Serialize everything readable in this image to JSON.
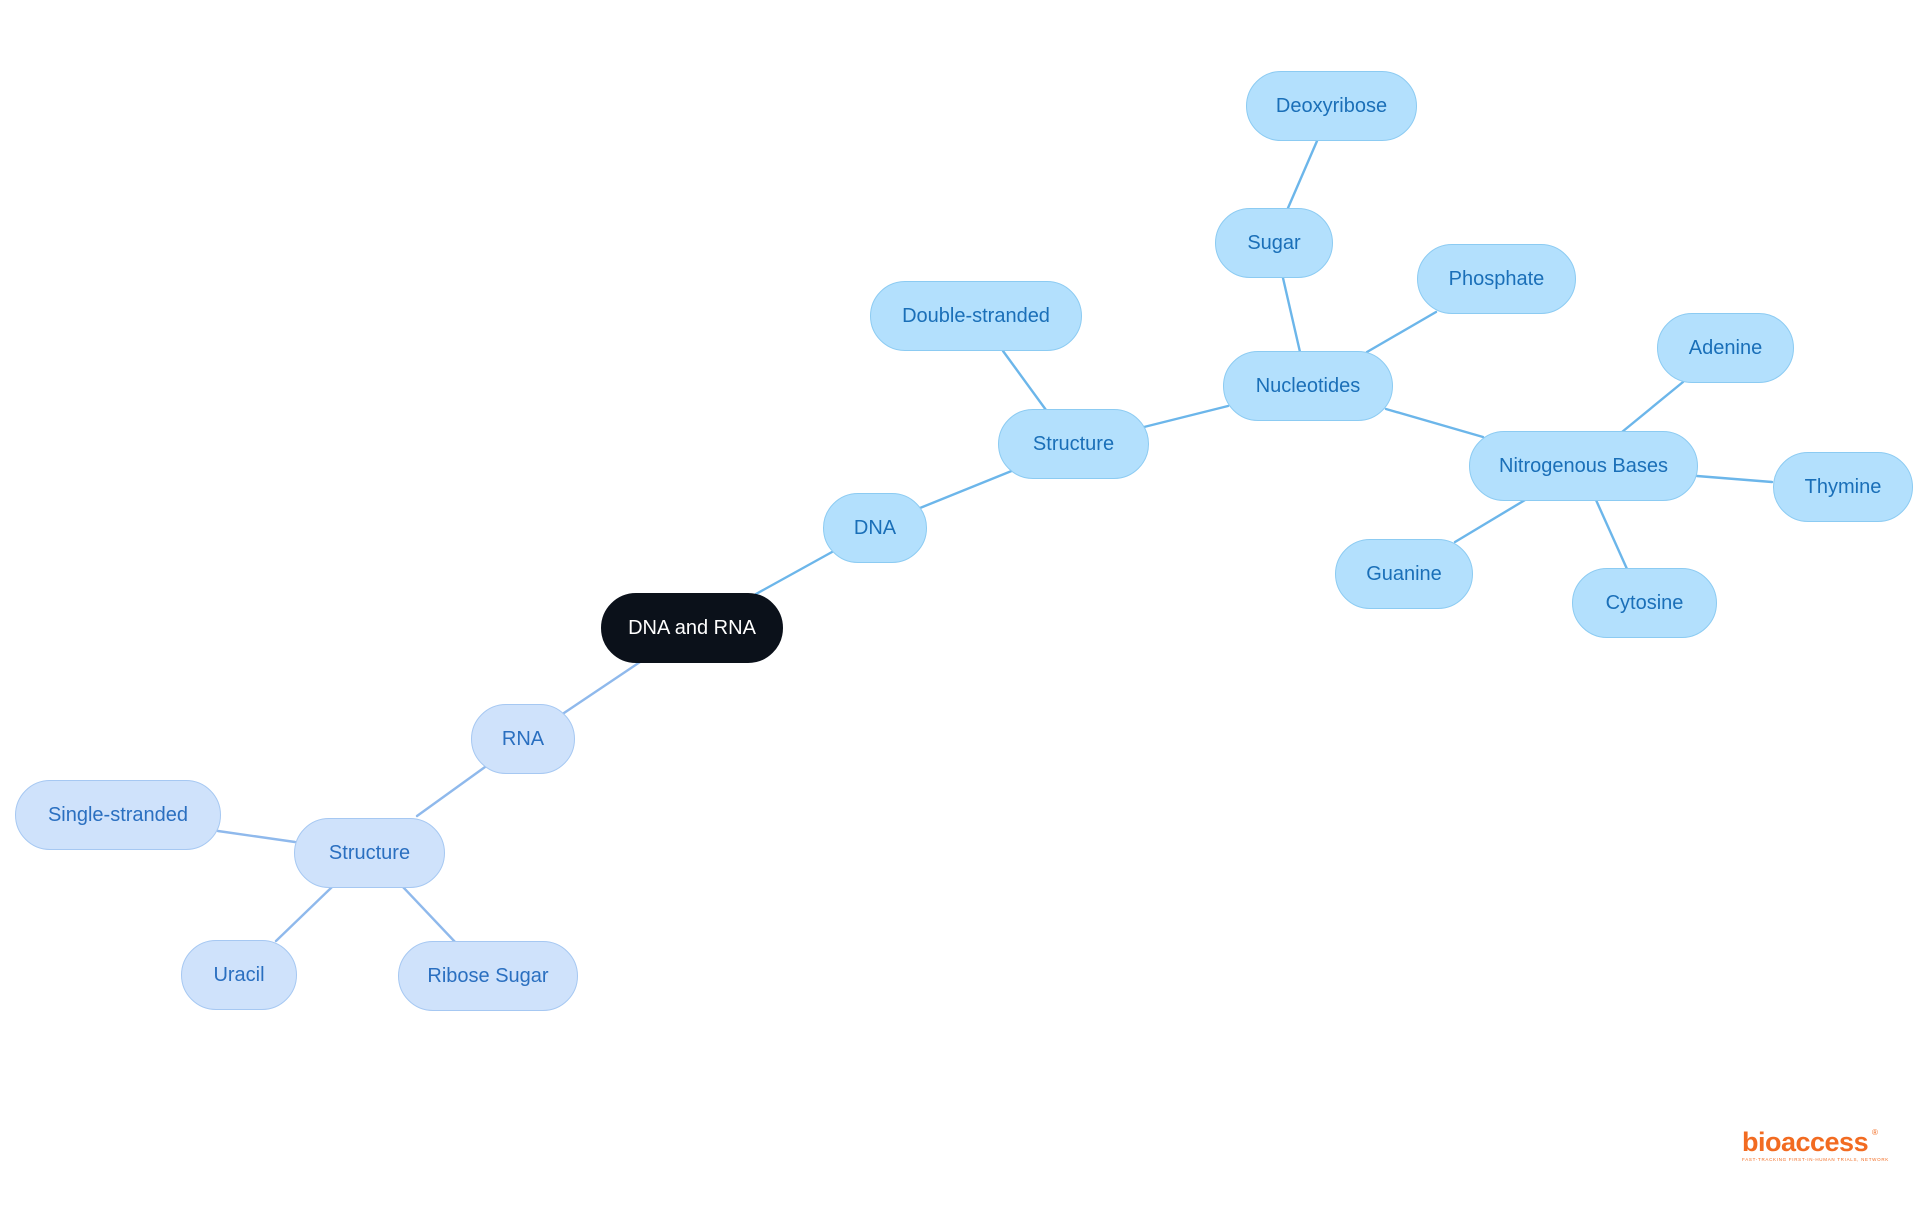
{
  "mindmap": {
    "root": {
      "label": "DNA and RNA"
    },
    "dna": {
      "label": "DNA",
      "structure": {
        "label": "Structure",
        "children": {
          "double_stranded": "Double-stranded",
          "nucleotides": {
            "label": "Nucleotides",
            "sugar": {
              "label": "Sugar",
              "deoxyribose": "Deoxyribose"
            },
            "phosphate": "Phosphate",
            "nitrogenous_bases": {
              "label": "Nitrogenous Bases",
              "adenine": "Adenine",
              "thymine": "Thymine",
              "cytosine": "Cytosine",
              "guanine": "Guanine"
            }
          }
        }
      }
    },
    "rna": {
      "label": "RNA",
      "structure": {
        "label": "Structure",
        "single_stranded": "Single-stranded",
        "uracil": "Uracil",
        "ribose_sugar": "Ribose Sugar"
      }
    }
  },
  "logo": {
    "wordmark": "bioaccess",
    "registered": "®",
    "tagline": "FAST-TRACKING FIRST-IN-HUMAN TRIALS, NETWORK"
  },
  "colors": {
    "root_fill": "#0b111a",
    "dna_node_fill": "#b3e0fd",
    "rna_node_fill": "#cfe2fb",
    "dna_edge": "#6cb6ea",
    "rna_edge": "#8fb9ec",
    "node_text": "#1a6fb8",
    "logo": "#f26b21"
  }
}
